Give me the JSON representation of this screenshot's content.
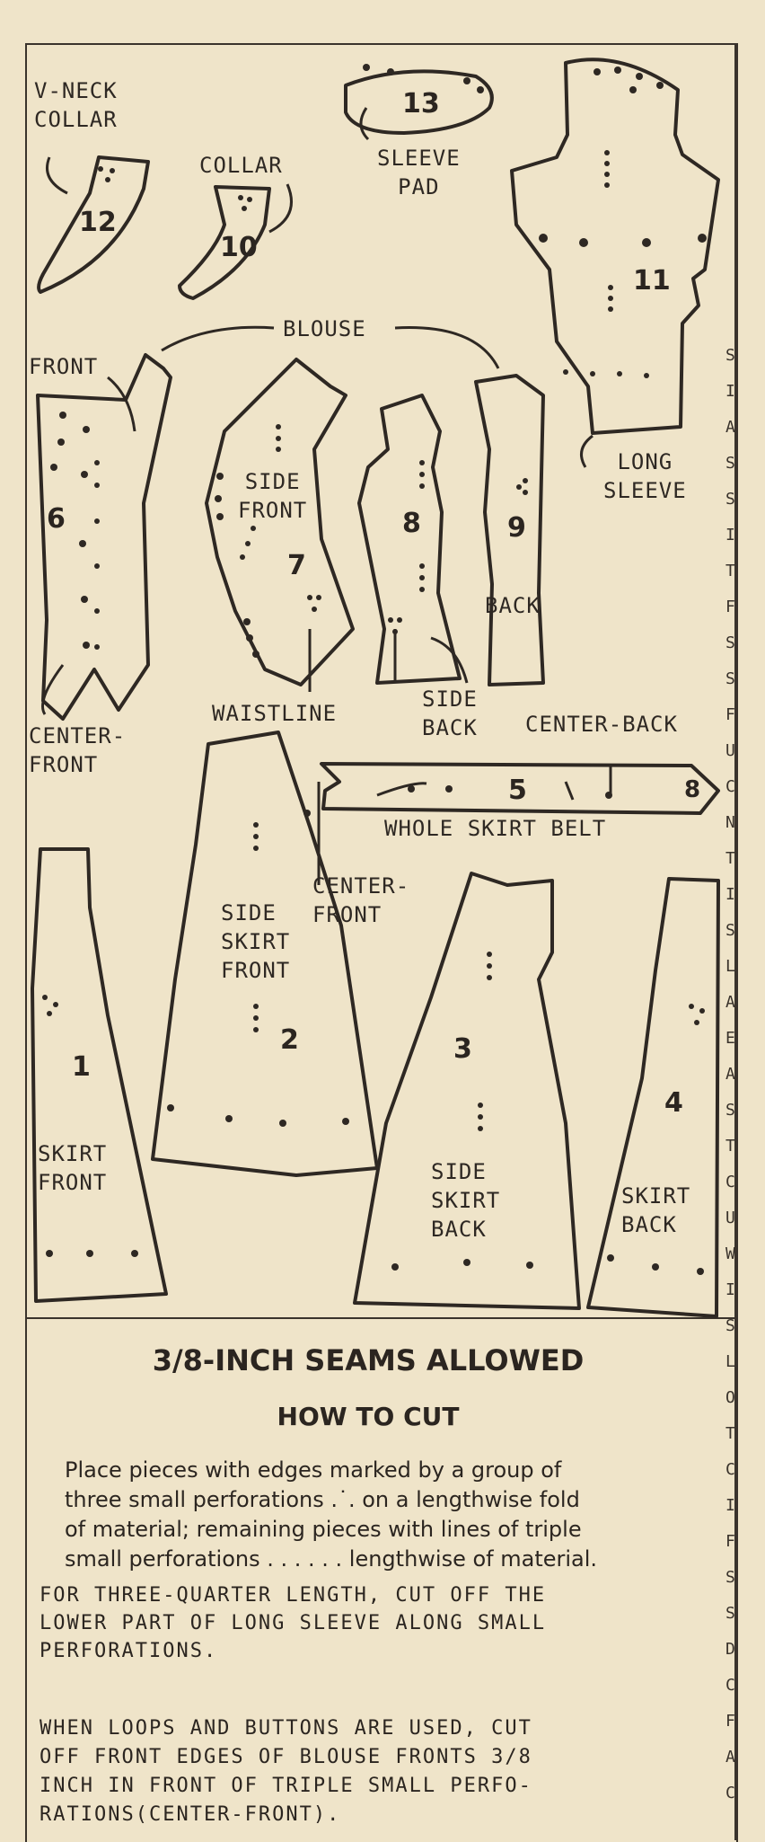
{
  "labels": {
    "v_neck_collar": "V-NECK\nCOLLAR",
    "collar": "COLLAR",
    "sleeve_pad": "SLEEVE\nPAD",
    "blouse": "BLOUSE",
    "front": "FRONT",
    "side_front": "SIDE\nFRONT",
    "back": "BACK",
    "long_sleeve": "LONG\nSLEEVE",
    "center_front": "CENTER-\nFRONT",
    "waistline": "WAISTLINE",
    "side_back": "SIDE\nBACK",
    "center_back": "CENTER-BACK",
    "whole_skirt_belt": "WHOLE SKIRT BELT",
    "center_front_2": "CENTER-\nFRONT",
    "side_skirt_front": "SIDE\nSKIRT\nFRONT",
    "skirt_front": "SKIRT\nFRONT",
    "side_skirt_back": "SIDE\nSKIRT\nBACK",
    "skirt_back": "SKIRT\nBACK"
  },
  "piece_numbers": {
    "p1": "1",
    "p2": "2",
    "p3": "3",
    "p4": "4",
    "p5": "5",
    "p6": "6",
    "p7": "7",
    "p8": "8",
    "p9": "9",
    "p10": "10",
    "p11": "11",
    "p12": "12",
    "p13": "13",
    "p8b": "8"
  },
  "instructions": {
    "seams_heading": "3/8-INCH SEAMS ALLOWED",
    "how_to_cut": "HOW TO CUT",
    "para1_lines": [
      "Place pieces with edges marked by a group of",
      "three small perforations .˙. on a lengthwise fold",
      "of material; remaining pieces with lines of triple",
      "small perforations . . .  . . .  lengthwise of material."
    ],
    "para2_lines": [
      "For three-quarter length, cut off the",
      "lower part of long sleeve along small",
      "perforations."
    ],
    "para3_lines": [
      "When loops and buttons are used, cut",
      "off front edges of blouse fronts 3/8",
      "inch in front of triple small perfo-",
      "rations(center-front)."
    ]
  },
  "edge_letters": [
    "S",
    "I",
    "A",
    "S",
    "S",
    "I",
    "T",
    "F",
    "S",
    "S",
    "F",
    "U",
    "C",
    "N",
    "T",
    "I",
    "S",
    "L",
    "A",
    "E",
    "A",
    "S",
    "T",
    "C",
    "U",
    "W",
    "I",
    "S",
    "L",
    "O",
    "T",
    "C",
    "I",
    "F",
    "S",
    "S",
    "D",
    "C",
    "F",
    "A",
    "C"
  ],
  "colors": {
    "paper": "#efe4c9",
    "ink": "#2b2520"
  }
}
